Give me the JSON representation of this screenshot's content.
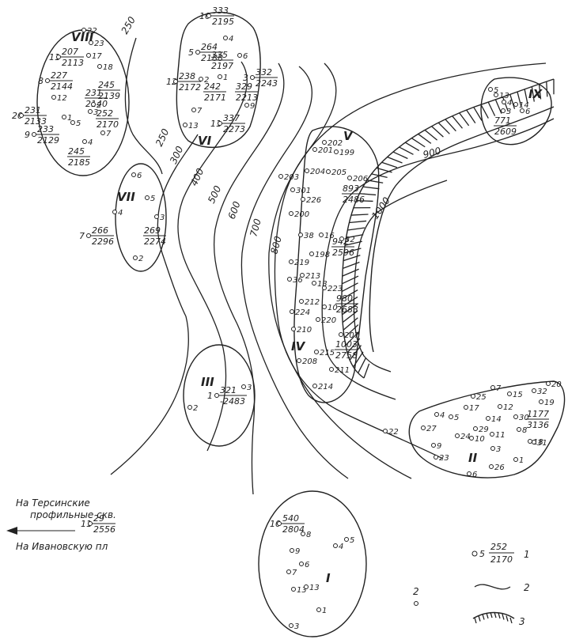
{
  "map": {
    "contour_labels": [
      "250",
      "300",
      "400",
      "500",
      "600",
      "700",
      "800",
      "900",
      "1000"
    ],
    "area_labels": [
      "I",
      "II",
      "III",
      "IV",
      "V",
      "VI",
      "VII",
      "VIII",
      "IX"
    ],
    "well_fractions": [
      {
        "well": "10",
        "num": "333",
        "den": "2195"
      },
      {
        "well": "5",
        "num": "264",
        "den": "2188"
      },
      {
        "well": "",
        "num": "335",
        "den": "2197"
      },
      {
        "well": "3",
        "num": "332",
        "den": "2243"
      },
      {
        "well": "12",
        "num": "238",
        "den": "2172"
      },
      {
        "well": "",
        "num": "242",
        "den": "2171"
      },
      {
        "well": "",
        "num": "329",
        "den": "2213"
      },
      {
        "well": "11",
        "num": "337",
        "den": "2273"
      },
      {
        "well": "11",
        "num": "207",
        "den": "2113"
      },
      {
        "well": "8",
        "num": "227",
        "den": "2144"
      },
      {
        "well": "",
        "num": "231",
        "den": "2140"
      },
      {
        "well": "",
        "num": "245",
        "den": "2139"
      },
      {
        "well": "20",
        "num": "231",
        "den": "2133"
      },
      {
        "well": "",
        "num": "252",
        "den": "2170"
      },
      {
        "well": "9",
        "num": "233",
        "den": "2129"
      },
      {
        "well": "",
        "num": "245",
        "den": "2185"
      },
      {
        "well": "7",
        "num": "266",
        "den": "2296"
      },
      {
        "well": "",
        "num": "269",
        "den": "2274"
      },
      {
        "well": "",
        "num": "771",
        "den": "2609"
      },
      {
        "well": "",
        "num": "893",
        "den": "2486"
      },
      {
        "well": "",
        "num": "942",
        "den": "2596"
      },
      {
        "well": "",
        "num": "980",
        "den": "2683"
      },
      {
        "well": "",
        "num": "1003",
        "den": "2758"
      },
      {
        "well": "1",
        "num": "321",
        "den": "-2483"
      },
      {
        "well": "",
        "num": "1177",
        "den": "3136"
      },
      {
        "well": "10",
        "num": "540",
        "den": "2804"
      },
      {
        "well": "11",
        "num": "29",
        "den": "2556"
      }
    ],
    "well_numbers": [
      "4",
      "6",
      "1",
      "2",
      "9",
      "7",
      "13",
      "22",
      "23",
      "17",
      "18",
      "2",
      "3",
      "12",
      "1",
      "5",
      "4",
      "7",
      "6",
      "5",
      "4",
      "3",
      "2",
      "5",
      "13",
      "14",
      "4",
      "6",
      "3",
      "202",
      "201",
      "199",
      "203",
      "204",
      "205",
      "206",
      "301",
      "226",
      "200",
      "38",
      "16",
      "32",
      "219",
      "198",
      "36",
      "213",
      "13",
      "223",
      "212",
      "10",
      "224",
      "220",
      "210",
      "207",
      "215",
      "208",
      "211",
      "214",
      "2",
      "3",
      "25",
      "7",
      "15",
      "32",
      "20",
      "17",
      "12",
      "19",
      "4",
      "14",
      "30",
      "5",
      "29",
      "11",
      "8",
      "27",
      "24",
      "10",
      "18",
      "31",
      "22",
      "9",
      "3",
      "23",
      "26",
      "1",
      "6",
      "13",
      "8",
      "9",
      "4",
      "5",
      "6",
      "7",
      "13",
      "1",
      "3"
    ],
    "arrow_text_1": "На Терсинские",
    "arrow_text_2": "профильные скв.",
    "arrow_text_3": "На Ивановскую пл"
  },
  "legend": {
    "sample_well": "5",
    "sample_num": "252",
    "sample_den": "2170",
    "item1": "1",
    "item2": "2",
    "item3": "3",
    "loose_number": "2"
  }
}
